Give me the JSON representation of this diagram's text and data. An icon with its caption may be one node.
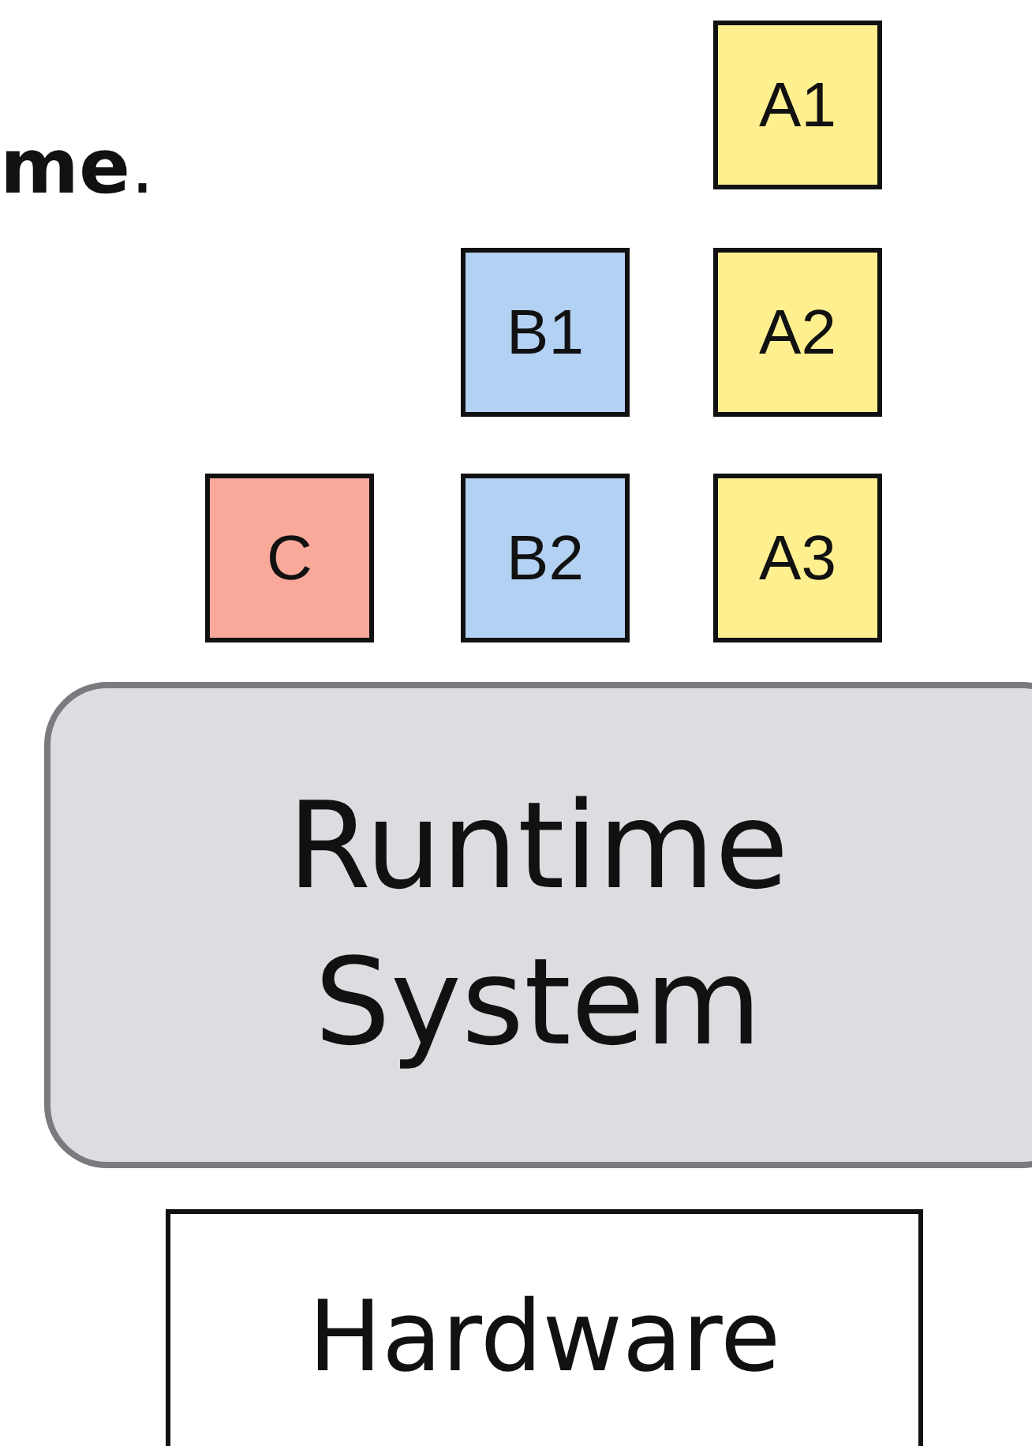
{
  "diagram": {
    "nodes": [
      {
        "text": [
          "A1"
        ]
      },
      {
        "text": [
          "B1"
        ]
      },
      {
        "text": [
          "A2"
        ]
      },
      {
        "text": [
          "C"
        ]
      },
      {
        "text": [
          "B2"
        ]
      },
      {
        "text": [
          "A3"
        ]
      },
      {
        "text": [
          "Runtime System"
        ]
      },
      {
        "text": [
          "Hardware"
        ]
      }
    ],
    "edges": [],
    "labels": [
      "**me**."
    ]
  }
}
